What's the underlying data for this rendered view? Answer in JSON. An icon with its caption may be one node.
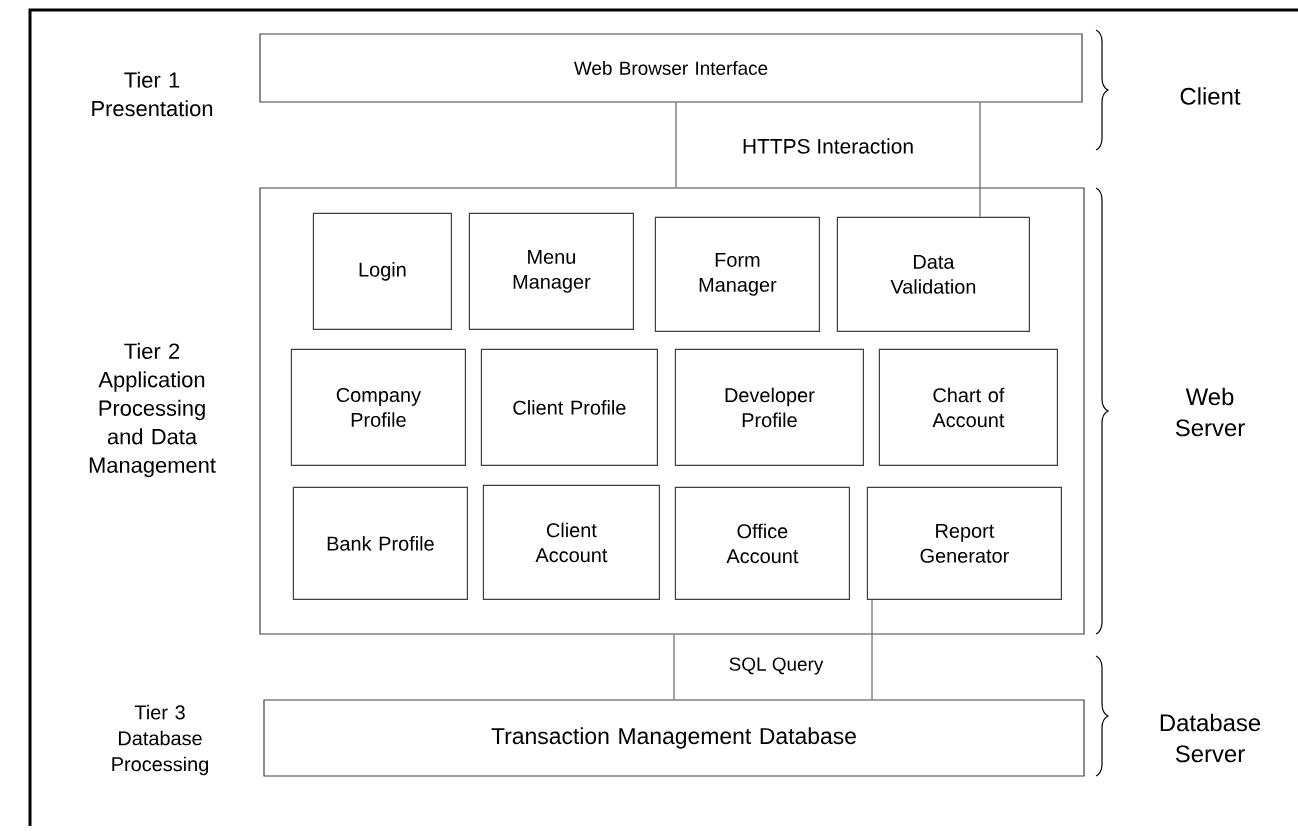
{
  "diagram": {
    "nodes": [
      {
        "text": [
          "Web Browser Interface"
        ]
      },
      {
        "text": [],
        "shape": "box"
      },
      {
        "text": [
          "Login"
        ],
        "in": 1
      },
      {
        "text": [
          "Menu Manager"
        ],
        "in": 1
      },
      {
        "text": [
          "Form Manager"
        ],
        "in": 1
      },
      {
        "text": [
          "Data Validation"
        ],
        "in": 1
      },
      {
        "text": [
          "Company Profile"
        ],
        "in": 1
      },
      {
        "text": [
          "Client Profile"
        ],
        "in": 1
      },
      {
        "text": [
          "Developer Profile"
        ],
        "in": 1
      },
      {
        "text": [
          "Chart of Account"
        ],
        "in": 1
      },
      {
        "text": [
          "Bank Profile"
        ],
        "in": 1
      },
      {
        "text": [
          "Client Account"
        ],
        "in": 1
      },
      {
        "text": [
          "Office Account"
        ],
        "in": 1
      },
      {
        "text": [
          "Report Generator"
        ],
        "in": 1
      },
      {
        "text": [
          "Transaction Management Database"
        ]
      }
    ],
    "edges": [
      {
        "from": 0,
        "to": 1,
        "arrow": "none",
        "label": "HTTPS Interaction"
      },
      {
        "from": 0,
        "to": 5,
        "arrow": "none"
      },
      {
        "from": 1,
        "to": 14,
        "arrow": "none",
        "label": "SQL Query"
      },
      {
        "from": 13,
        "to": 14,
        "arrow": "none"
      }
    ],
    "labels": [
      "Tier 1 Presentation",
      "Client",
      "Tier 2 Application Processing and Data Management",
      "Web Server",
      "Tier 3 Database Processing",
      "Database Server"
    ]
  }
}
